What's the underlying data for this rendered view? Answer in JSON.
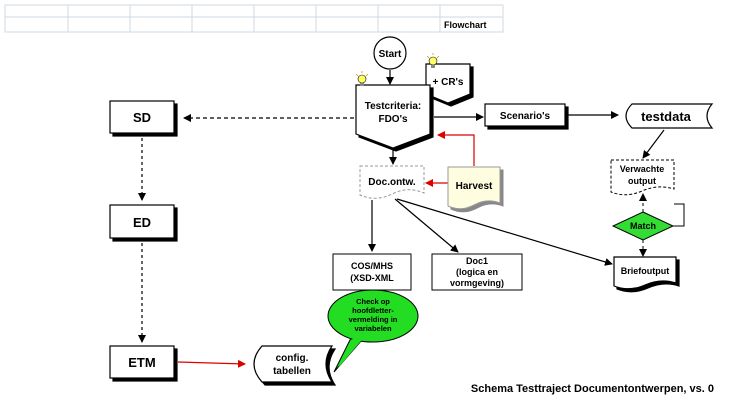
{
  "header": {
    "title": "Flowchart"
  },
  "nodes": {
    "start": "Start",
    "testcriteria_l1": "Testcriteria:",
    "testcriteria_l2": "FDO's",
    "crs": "+ CR's",
    "scenarios": "Scenario's",
    "testdata": "testdata",
    "sd": "SD",
    "ed": "ED",
    "etm": "ETM",
    "docontw": "Doc.ontw.",
    "harvest": "Harvest",
    "verwachte_l1": "Verwachte",
    "verwachte_l2": "output",
    "match": "Match",
    "briefoutput": "Briefoutput",
    "cosmhs_l1": "COS/MHS",
    "cosmhs_l2": "(XSD-XML",
    "doc1_l1": "Doc1",
    "doc1_l2": "(logica en",
    "doc1_l3": "vormgeving)",
    "config_l1": "config.",
    "config_l2": "tabellen",
    "callout_l1": "Check op",
    "callout_l2": "hoofdletter-",
    "callout_l3": "vermelding in",
    "callout_l4": "variabelen"
  },
  "footer": {
    "caption": "Schema Testtraject Documentontwerpen, vs. 0"
  },
  "colors": {
    "match_fill": "#33dd33",
    "callout_fill": "#22dd22",
    "harvest_fill": "#fffde0",
    "red_arrow": "#dd0000",
    "bulb": "#ffff66"
  }
}
